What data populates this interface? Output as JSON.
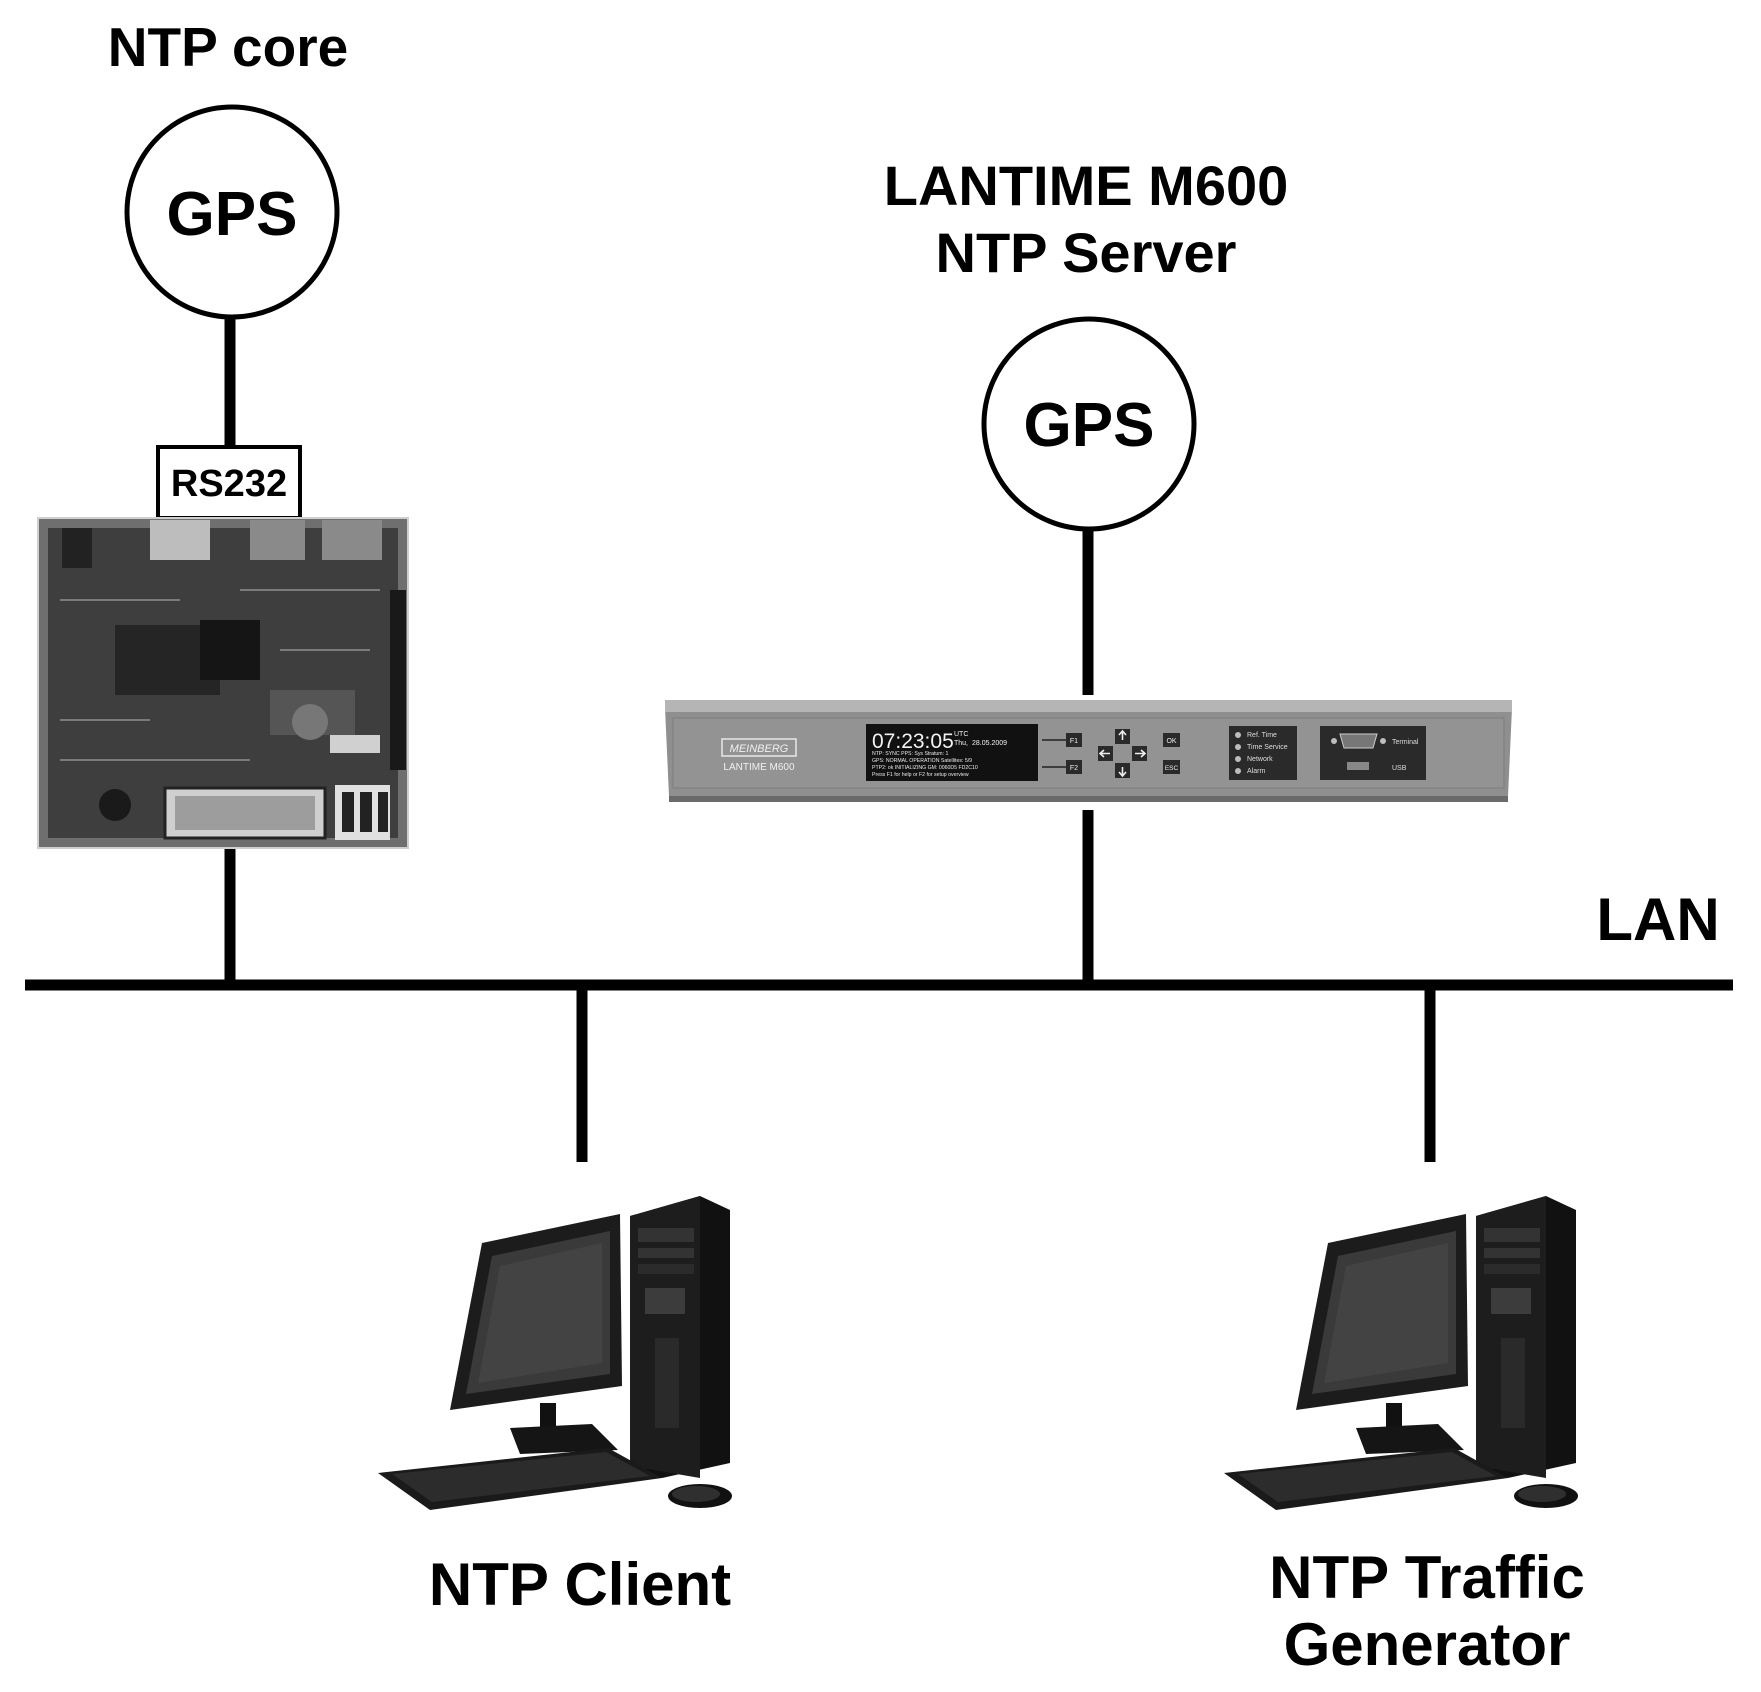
{
  "labels": {
    "ntp_core": "NTP core",
    "rs232": "RS232",
    "lantime_line1": "LANTIME M600",
    "lantime_line2": "NTP Server",
    "lan": "LAN",
    "client": "NTP Client",
    "traffic_line1": "NTP Traffic",
    "traffic_line2": "Generator"
  },
  "gps": [
    "GPS",
    "GPS"
  ],
  "device": {
    "brand": "MEINBERG",
    "model": "LANTIME M600",
    "time": "07:23:05",
    "tz": "UTC",
    "day": "Thu,",
    "date": "28.05.2009",
    "display_lines": [
      "NTP: SYNC PPS: Sys     Stratum: 1",
      "GPS: NORMAL OPERATION  Satellites: 5/9",
      "PTP2: ok  INITIALIZING    GM: 0060D5 FD2C10",
      "Press F1 for help or F2 for setup overview"
    ],
    "f1": "F1",
    "f2": "F2",
    "ok": "OK",
    "esc": "ESC",
    "status": [
      "Ref. Time",
      "Time Service",
      "Network",
      "Alarm"
    ],
    "terminal": "Terminal",
    "usb": "USB"
  },
  "colors": {
    "line": "#000000",
    "device_body": "#8c8c8c",
    "screen": "#111111"
  }
}
